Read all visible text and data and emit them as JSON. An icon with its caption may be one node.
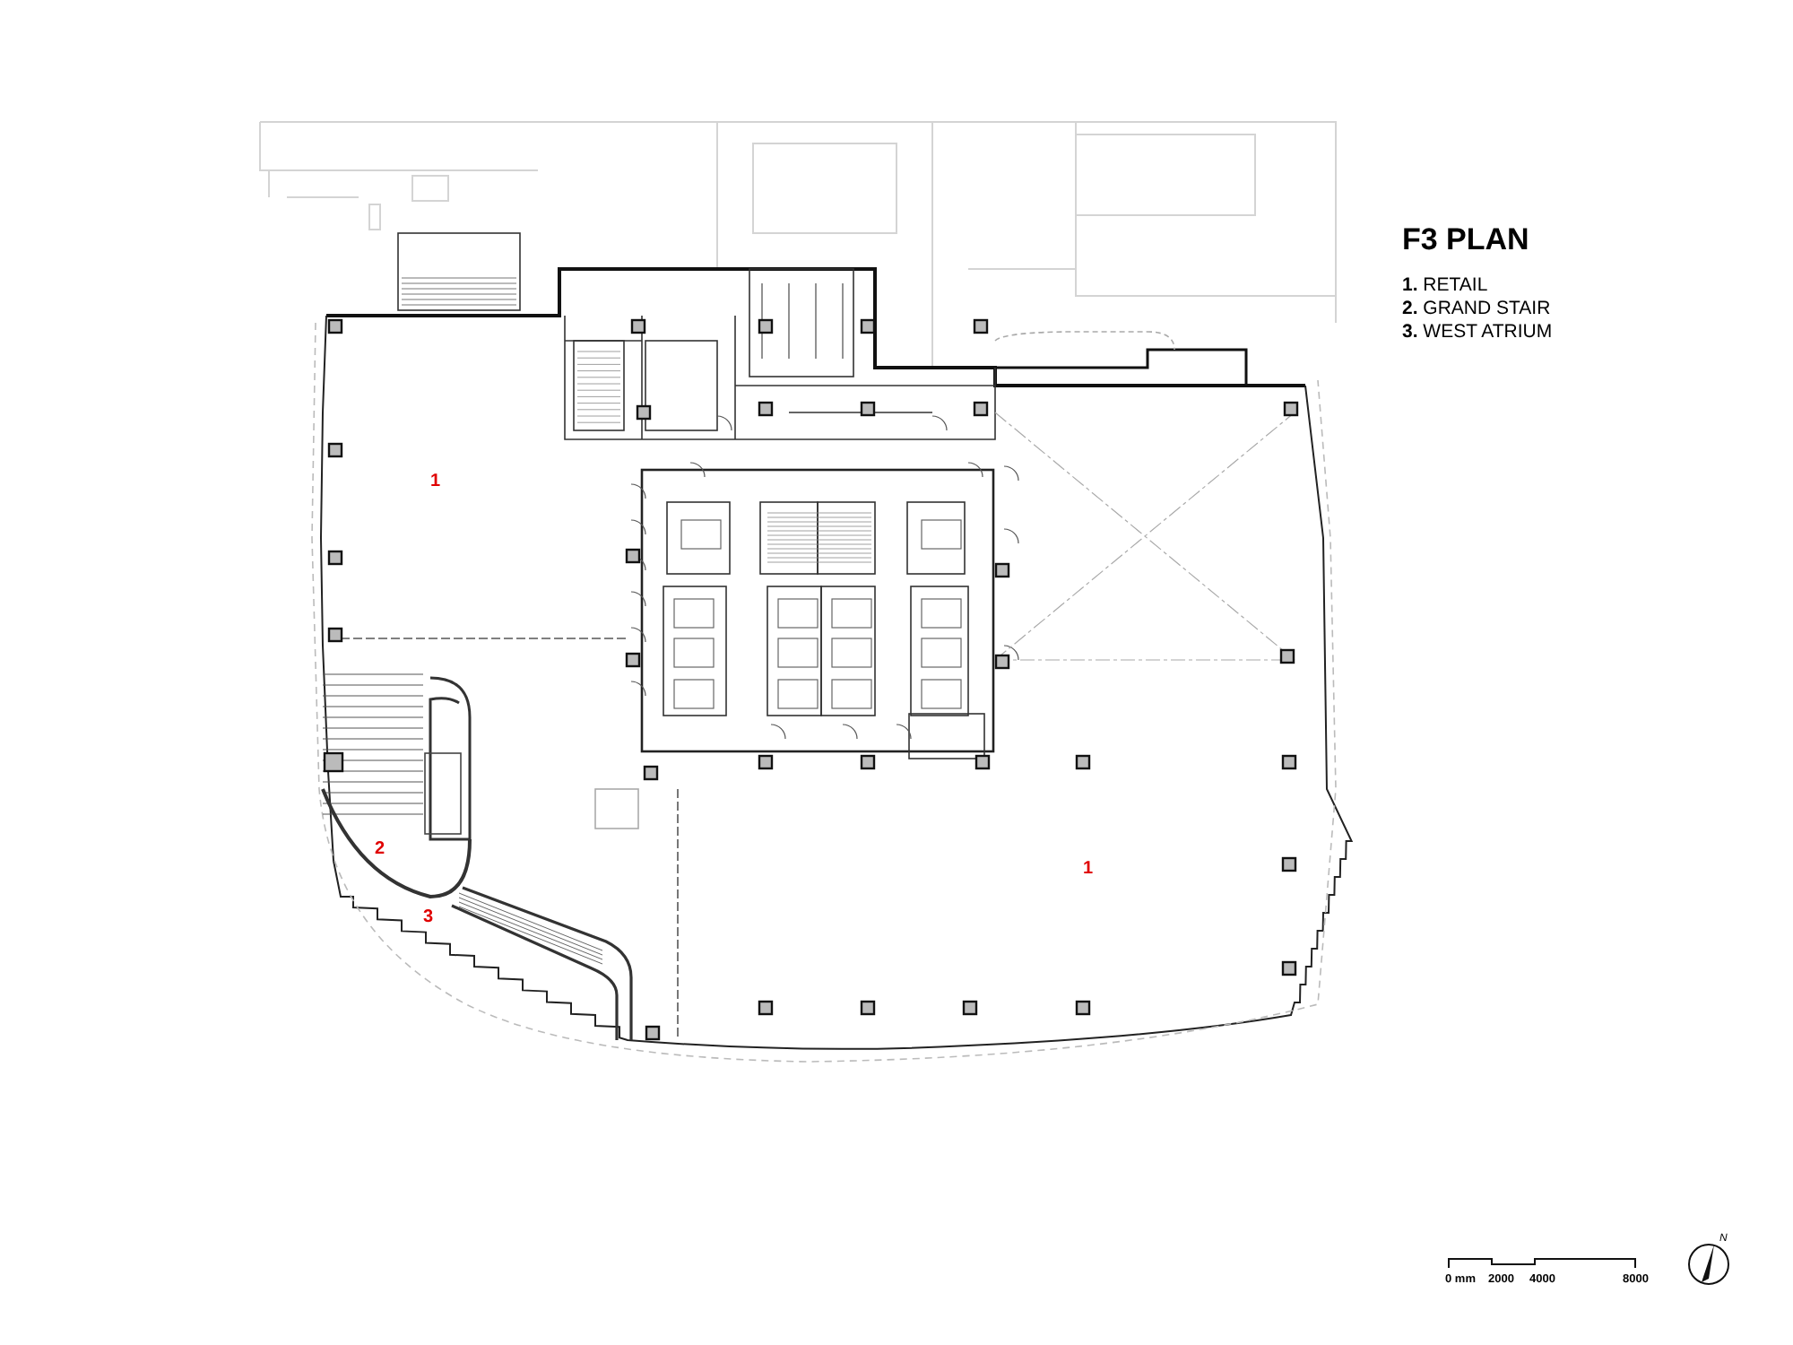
{
  "diagram": {
    "title": "F3 PLAN",
    "labels": [
      "**1.** RETAIL",
      "**2.** GRAND STAIR",
      "**3.** WEST ATRIUM",
      "1",
      "1",
      "2",
      "3",
      "0 mm",
      "2000",
      "4000",
      "8000",
      "N"
    ]
  }
}
